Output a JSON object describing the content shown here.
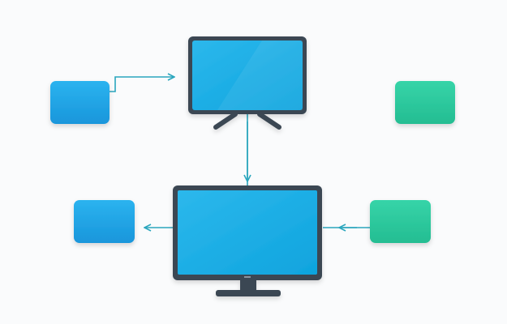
{
  "diagram": {
    "nodes": [
      {
        "id": "monitor-top",
        "kind": "monitor-tilted-stand"
      },
      {
        "id": "monitor-bottom",
        "kind": "monitor-desktop-stand"
      },
      {
        "id": "box-top-left",
        "kind": "block",
        "color": "blue"
      },
      {
        "id": "box-bottom-left",
        "kind": "block",
        "color": "blue"
      },
      {
        "id": "box-top-right",
        "kind": "block",
        "color": "green"
      },
      {
        "id": "box-bottom-right",
        "kind": "block",
        "color": "green"
      }
    ],
    "edges": [
      {
        "from": "box-top-left",
        "to": "monitor-top"
      },
      {
        "from": "monitor-top",
        "to": "monitor-bottom"
      },
      {
        "from": "monitor-bottom",
        "to": "box-bottom-left"
      },
      {
        "from": "box-bottom-right",
        "to": "monitor-bottom"
      }
    ],
    "colors": {
      "blue_block": "#1fa6e6",
      "green_block": "#2ccc9e",
      "screen": "#17aee4",
      "frame": "#3a4652",
      "connector": "#2aa6bd",
      "background": "#fafbfc"
    }
  }
}
